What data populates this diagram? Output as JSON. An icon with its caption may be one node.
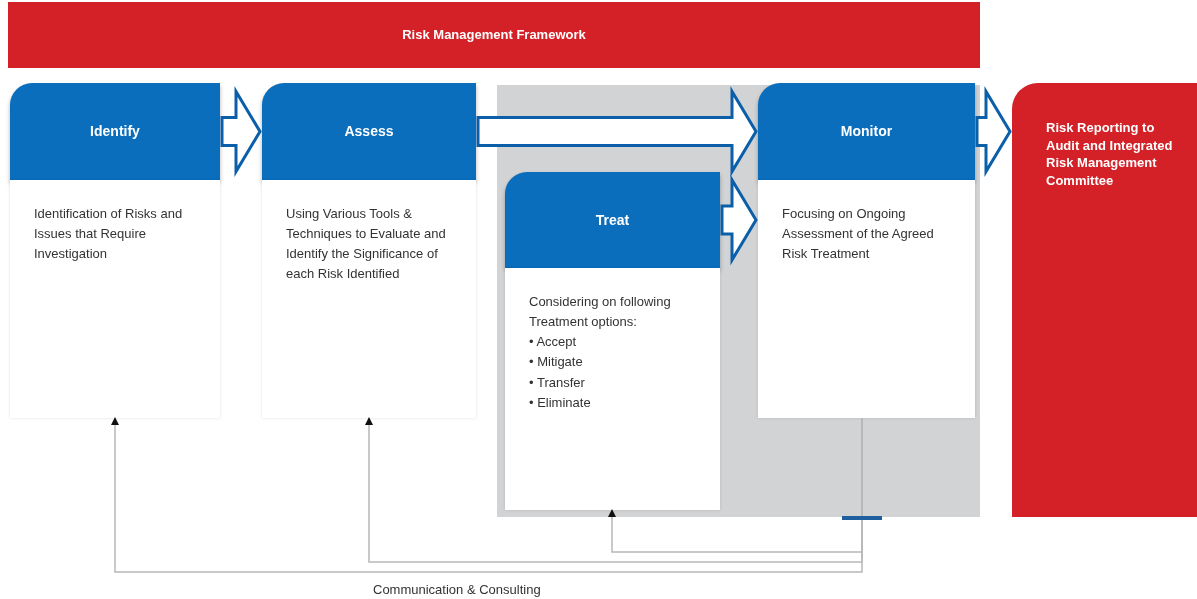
{
  "diagram": {
    "nodes": [
      {
        "text": [
          "Risk Management Framework"
        ]
      },
      {
        "text": [
          "Identify"
        ]
      },
      {
        "text": [
          "Identification of Risks and Issues that Require Investigation"
        ]
      },
      {
        "text": [
          "Assess"
        ]
      },
      {
        "text": [
          "Using Various Tools & Techniques to Evaluate and Identify the Significance of each Risk Identified"
        ]
      },
      {
        "text": [
          "Treat"
        ]
      },
      {
        "text": [
          "Considering on following Treatment options:",
          "• Accept",
          "• Mitigate",
          "• Transfer",
          "• Eliminate"
        ]
      },
      {
        "text": [
          "Monitor"
        ]
      },
      {
        "text": [
          "Focusing on Ongoing Assessment of the Agreed Risk Treatment"
        ]
      },
      {
        "text": [
          "Risk Reporting to Audit and Integrated Risk Management Committee"
        ]
      }
    ],
    "edges": [
      {
        "from": 1,
        "to": 3,
        "arrow": "to",
        "style": "thick"
      },
      {
        "from": 3,
        "to": 7,
        "arrow": "to",
        "style": "thick"
      },
      {
        "from": 5,
        "to": 8,
        "arrow": "to",
        "style": "thick"
      },
      {
        "from": 7,
        "to": 9,
        "arrow": "to",
        "style": "thick"
      },
      {
        "from": 8,
        "to": 2,
        "arrow": "to"
      },
      {
        "from": 8,
        "to": 4,
        "arrow": "to"
      },
      {
        "from": 8,
        "to": 6,
        "arrow": "to"
      }
    ],
    "labels": [
      "Communication & Consulting"
    ]
  }
}
